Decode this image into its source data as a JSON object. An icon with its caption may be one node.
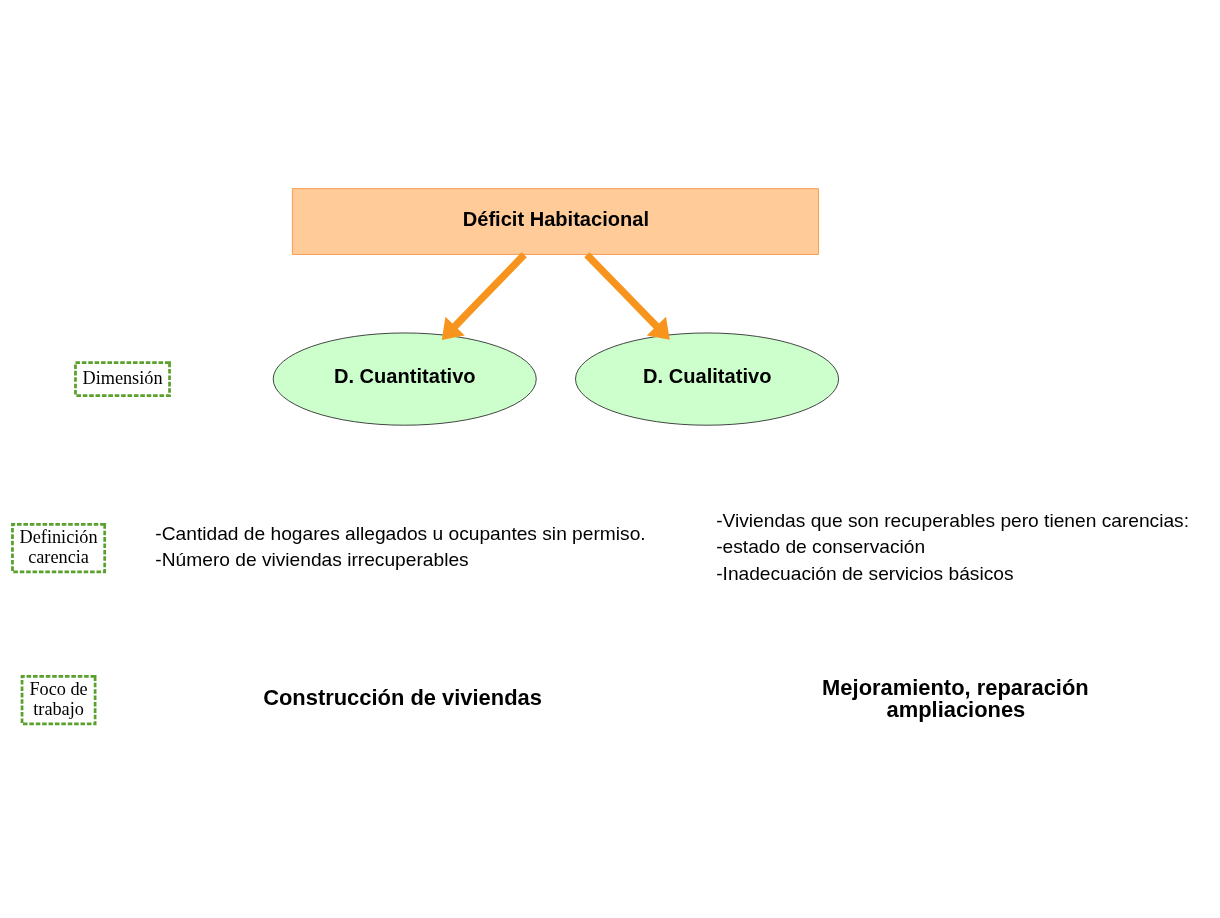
{
  "diagram": {
    "nodes": [
      {
        "text": [
          "Déficit Habitacional"
        ]
      },
      {
        "text": [
          "D. Cuantitativo"
        ]
      },
      {
        "text": [
          "D. Cualitativo"
        ]
      },
      {
        "text": [
          "Dimensión"
        ]
      },
      {
        "text": [
          "Definición carencia"
        ]
      },
      {
        "text": [
          "Foco de trabajo"
        ]
      }
    ],
    "edges": [
      {
        "from": 0,
        "to": 1,
        "arrow": "to"
      },
      {
        "from": 0,
        "to": 2,
        "arrow": "to"
      }
    ],
    "labels": [
      "-Cantidad de hogares allegados u ocupantes sin permiso.",
      "-Número de viviendas irrecuperables",
      "-Viviendas que son recuperables pero tienen carencias:",
      "-estado de conservación",
      "-Inadecuación de servicios básicos",
      "Construcción de viviendas",
      "Mejoramiento, reparación ampliaciones"
    ]
  }
}
